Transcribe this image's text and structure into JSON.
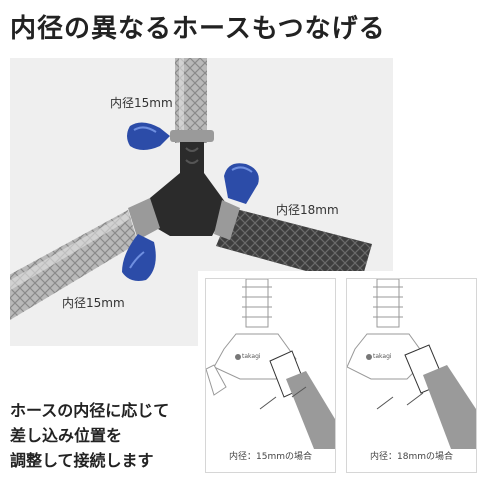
{
  "title": "内径の異なるホースもつなげる",
  "photo": {
    "label_top": "内径15mm",
    "label_right": "内径18mm",
    "label_bottom": "内径15mm"
  },
  "caption": {
    "line1": "ホースの内径に応じて",
    "line2": "差し込み位置を",
    "line3": "調整して接続します"
  },
  "diagrams": [
    {
      "label": "内径：15mmの場合",
      "brand": "takagi"
    },
    {
      "label": "内径：18mmの場合",
      "brand": "takagi"
    }
  ],
  "colors": {
    "clear_hose": "#b5b5b5",
    "black_hose": "#3a3a3a",
    "wing_nut": "#2c4ca8",
    "connector": "#2b2b2b"
  }
}
